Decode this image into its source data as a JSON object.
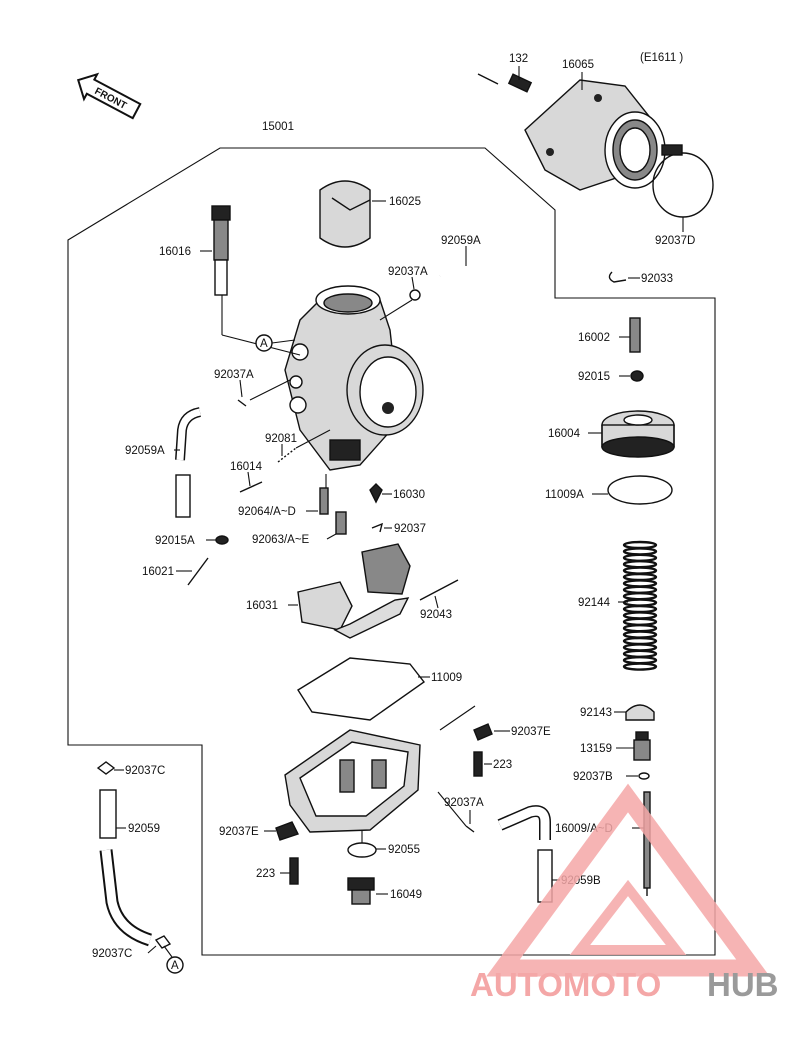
{
  "diagram_code": "(E1611 )",
  "front_arrow_text": "FRONT",
  "watermark": {
    "part1": "AUTOMOTO",
    "part2": "HUB",
    "color_main": "#f4a7a7",
    "color_hub": "#9a9a9a"
  },
  "labels": {
    "l132": "132",
    "l16065": "16065",
    "l15001": "15001",
    "l16025": "16025",
    "l16016": "16016",
    "l92059A_top": "92059A",
    "l92037A_top": "92037A",
    "l92037D": "92037D",
    "l92033": "92033",
    "l16002": "16002",
    "l92015": "92015",
    "l16004": "16004",
    "l11009A": "11009A",
    "lA_top": "A",
    "l92037A_left": "92037A",
    "l92081": "92081",
    "l92059A_left": "92059A",
    "l16014": "16014",
    "l16030": "16030",
    "l92064": "92064/A~D",
    "l92015A": "92015A",
    "l92063": "92063/A~E",
    "l92037": "92037",
    "l16021": "16021",
    "l16031": "16031",
    "l92043": "92043",
    "l92144": "92144",
    "l11009": "11009",
    "l92143": "92143",
    "l92037E_r": "92037E",
    "l13159": "13159",
    "l223_r": "223",
    "l92037C_top": "92037C",
    "l92037B": "92037B",
    "l92037A_bot": "92037A",
    "l16009": "16009/A~D",
    "l92059": "92059",
    "l92037E_l": "92037E",
    "l92055": "92055",
    "l223_l": "223",
    "l92059B": "92059B",
    "l16049": "16049",
    "l92037C_bot": "92037C",
    "lA_bot": "A"
  }
}
